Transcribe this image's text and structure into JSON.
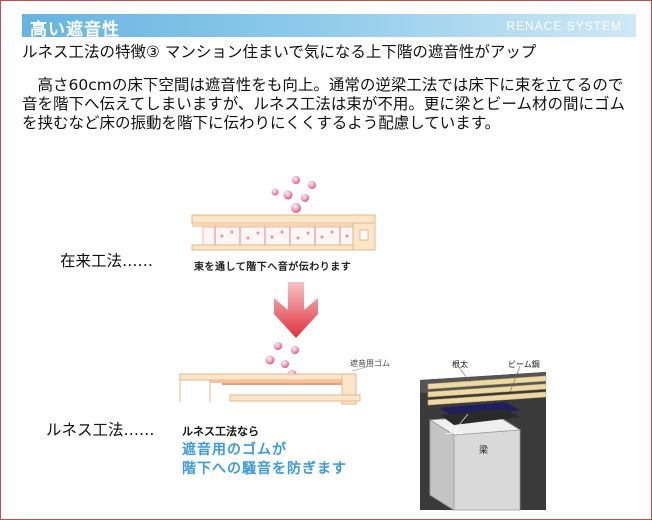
{
  "header": {
    "title": "高い遮音性",
    "brand": "RENACE SYSTEM"
  },
  "subtitle": "ルネス工法の特徴③ マンション住まいで気になる上下階の遮音性がアップ",
  "body_text": "高さ60cmの床下空間は遮音性をも向上。通常の逆梁工法では床下に束を立てるので音を階下へ伝えてしまいますが、ルネス工法は束が不用。更に梁とビーム材の間にゴムを挟むなど床の振動を階下に伝わりにくくするよう配慮しています。",
  "labels": {
    "conventional": "在来工法……",
    "renes": "ルネス工法……"
  },
  "diagram": {
    "conventional_caption": "束を通して階下へ音が伝わります",
    "rubber_label": "遮音用ゴム",
    "renes_caption_1": "ルネス工法なら",
    "renes_caption_2": "遮音用のゴムが",
    "renes_caption_3": "階下への騒音を防ぎます",
    "joist_label": "根太",
    "beam_steel_label": "ビーム鋼",
    "rubber_short_label": "ゴム",
    "beam_label": "梁"
  },
  "colors": {
    "header_blue": "#67b4df",
    "arrow_red": "#e0303a",
    "caption_blue": "#3b9ae0",
    "sound_pink": "#f08aa8"
  }
}
